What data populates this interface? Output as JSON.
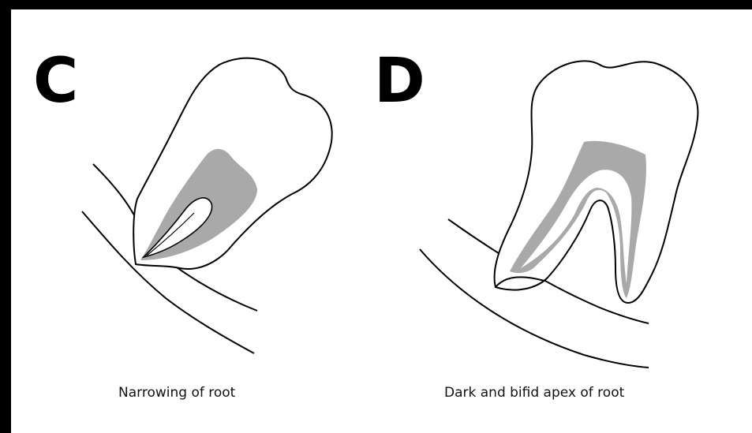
{
  "panels": [
    {
      "letter": "C",
      "caption": "Narrowing of root"
    },
    {
      "letter": "D",
      "caption": "Dark and bifid apex of root"
    }
  ],
  "colors": {
    "frame": "#000000",
    "outline": "#000000",
    "pulp_fill": "#a9a9a9",
    "background": "#ffffff"
  }
}
